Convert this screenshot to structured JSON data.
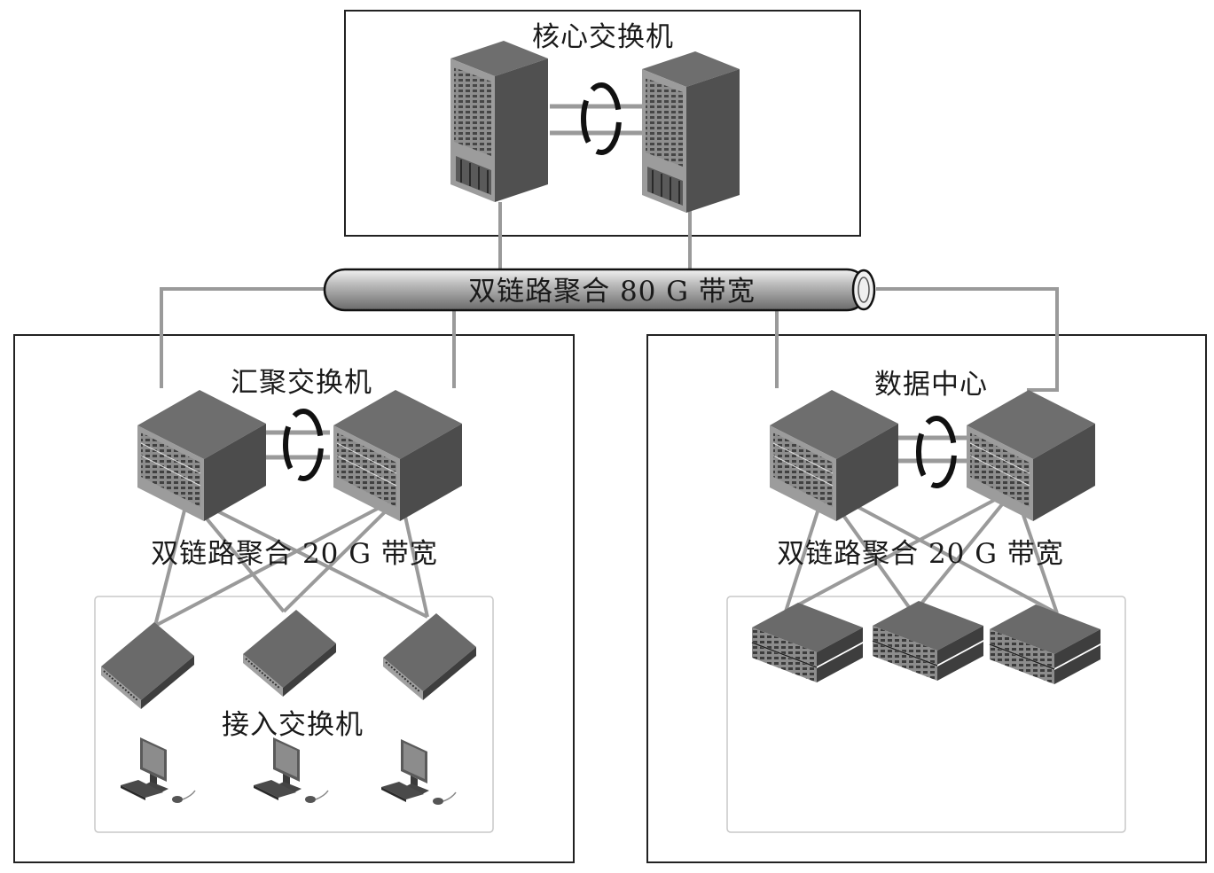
{
  "labels": {
    "core": "核心交换机",
    "trunk": "双链路聚合 80 G 带宽",
    "aggregation": "汇聚交换机",
    "datacenter": "数据中心",
    "agg_links": "双链路聚合 20 G 带宽",
    "dc_links": "双链路聚合 20 G 带宽",
    "access": "接入交换机"
  },
  "colors": {
    "frame": "#222222",
    "link": "#9a9a9a",
    "device_top": "#707070",
    "device_front": "#9a9a9a",
    "device_side": "#4a4a4a",
    "ring": "#111111"
  },
  "icons": {
    "core_switch": "chassis-switch-icon",
    "agg_switch": "modular-switch-icon",
    "access_switch": "access-switch-icon",
    "pc": "desktop-computer-icon",
    "server": "rack-server-icon",
    "lag_ring": "link-aggregation-icon"
  }
}
